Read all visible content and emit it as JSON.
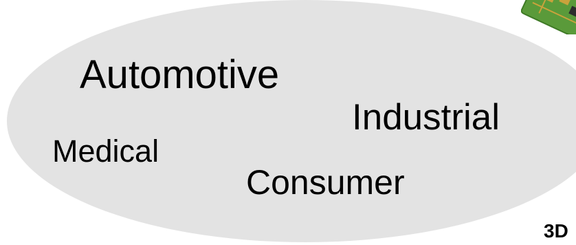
{
  "words": {
    "automotive": "Automotive",
    "industrial": "Industrial",
    "medical": "Medical",
    "consumer": "Consumer"
  },
  "corner_label": "3D",
  "colors": {
    "ellipse_fill": "#e3e3e3",
    "text": "#000000",
    "pcb_green": "#5a9a3a",
    "pcb_gold": "#c9a23c"
  },
  "icons": {
    "corner_image": "circuit-board-icon"
  }
}
